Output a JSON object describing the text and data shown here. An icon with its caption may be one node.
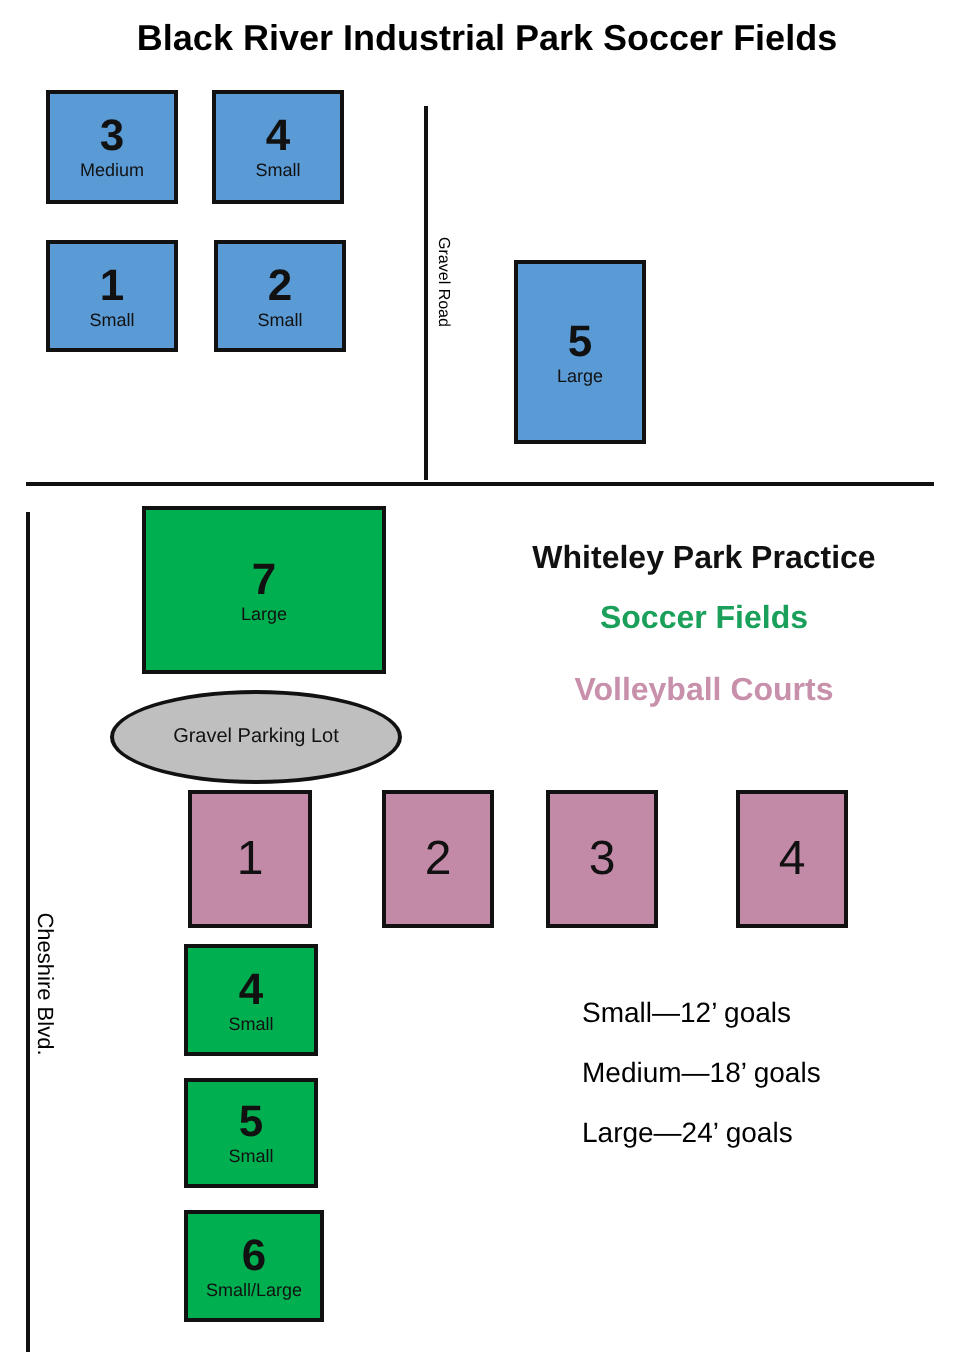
{
  "diagram": {
    "title": "Black River Industrial Park Soccer Fields",
    "nodes": [
      {
        "text": [
          "3",
          "Medium"
        ]
      },
      {
        "text": [
          "4",
          "Small"
        ]
      },
      {
        "text": [
          "1",
          "Small"
        ]
      },
      {
        "text": [
          "2",
          "Small"
        ]
      },
      {
        "text": [
          "5",
          "Large"
        ]
      },
      {
        "text": [
          "7",
          "Large"
        ]
      },
      {
        "text": [
          "Gravel Parking Lot"
        ]
      },
      {
        "text": [
          "1"
        ]
      },
      {
        "text": [
          "2"
        ]
      },
      {
        "text": [
          "3"
        ]
      },
      {
        "text": [
          "4"
        ]
      },
      {
        "text": [
          "4",
          "Small"
        ]
      },
      {
        "text": [
          "5",
          "Small"
        ]
      },
      {
        "text": [
          "6",
          "Small/Large"
        ]
      }
    ],
    "edges": [],
    "labels": [
      "Gravel Road",
      "Whiteley Park Practice",
      "Soccer Fields",
      "Volleyball Courts",
      "Cheshire Blvd.",
      "Small—12’ goals",
      "Medium—18’ goals",
      "Large—24’ goals"
    ]
  }
}
